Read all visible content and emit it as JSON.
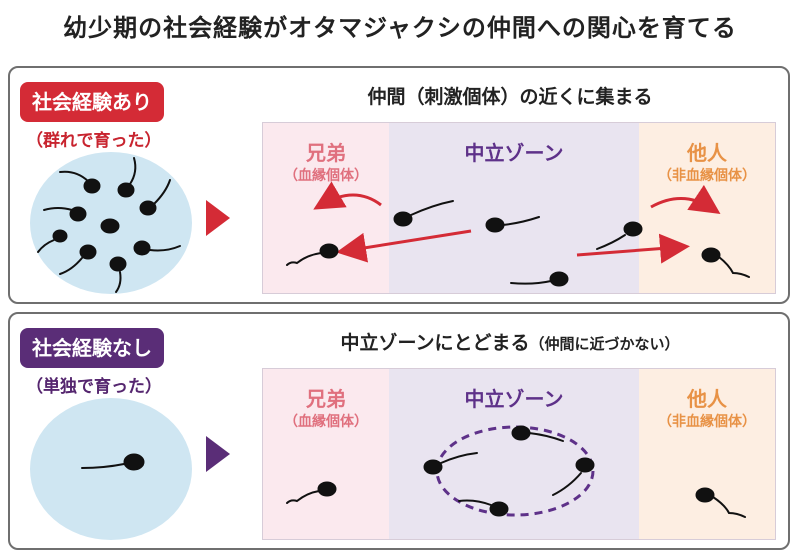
{
  "title": "幼少期の社会経験がオタマジャクシの仲間への関心を育てる",
  "colors": {
    "red": "#d42b36",
    "purple": "#5a2d77",
    "kin_zone": "#fbe9ee",
    "neutral_zone": "#e9e4f0",
    "nonkin_zone": "#fdeee2",
    "circle": "#cfe6f2"
  },
  "panels": {
    "with_experience": {
      "badge": "社会経験あり",
      "sub": "（群れで育った）",
      "heading": "仲間（刺激個体）の近くに集まる",
      "zones": {
        "kin": "兄弟",
        "kin_sub": "（血縁個体）",
        "neutral": "中立ゾーン",
        "nonkin": "他人",
        "nonkin_sub": "（非血縁個体）"
      }
    },
    "without_experience": {
      "badge": "社会経験なし",
      "sub": "（単独で育った）",
      "heading_main": "中立ゾーンにとどまる",
      "heading_small": "（仲間に近づかない）",
      "zones": {
        "kin": "兄弟",
        "kin_sub": "（血縁個体）",
        "neutral": "中立ゾーン",
        "nonkin": "他人",
        "nonkin_sub": "（非血縁個体）"
      }
    }
  }
}
